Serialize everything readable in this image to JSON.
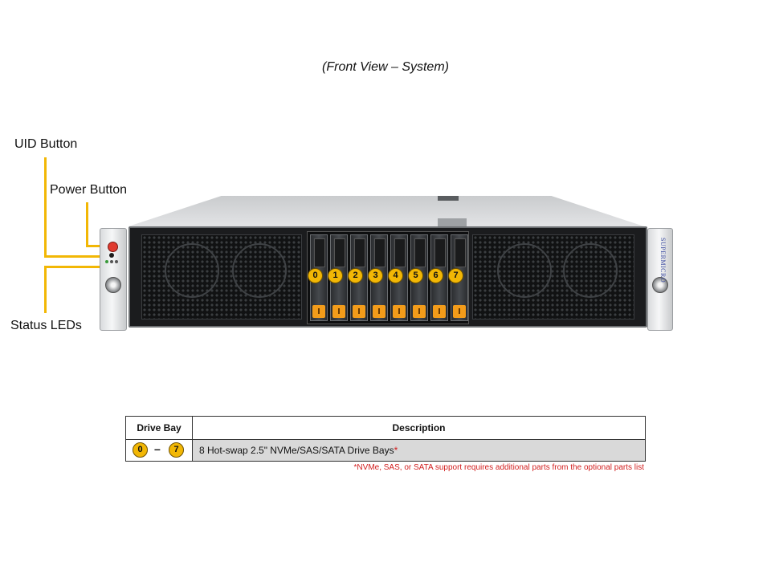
{
  "title": "(Front View – System)",
  "callouts": {
    "uid_button": "UID Button",
    "power_button": "Power Button",
    "status_leds": "Status LEDs"
  },
  "drive_bays": [
    "0",
    "1",
    "2",
    "3",
    "4",
    "5",
    "6",
    "7"
  ],
  "brand_logo": "SUPERMICRO",
  "table": {
    "headers": [
      "Drive Bay",
      "Description"
    ],
    "row": {
      "bay_start": "0",
      "dash": "–",
      "bay_end": "7",
      "description": "8 Hot-swap 2.5\" NVMe/SAS/SATA Drive Bays",
      "asterisk": "*"
    },
    "footnote": "*NVMe, SAS, or SATA support requires additional parts from the optional parts list"
  },
  "colors": {
    "callout_line": "#f2b705",
    "badge": "#f2b705",
    "drive_latch": "#f39c1a",
    "footnote": "#d21d1d"
  }
}
